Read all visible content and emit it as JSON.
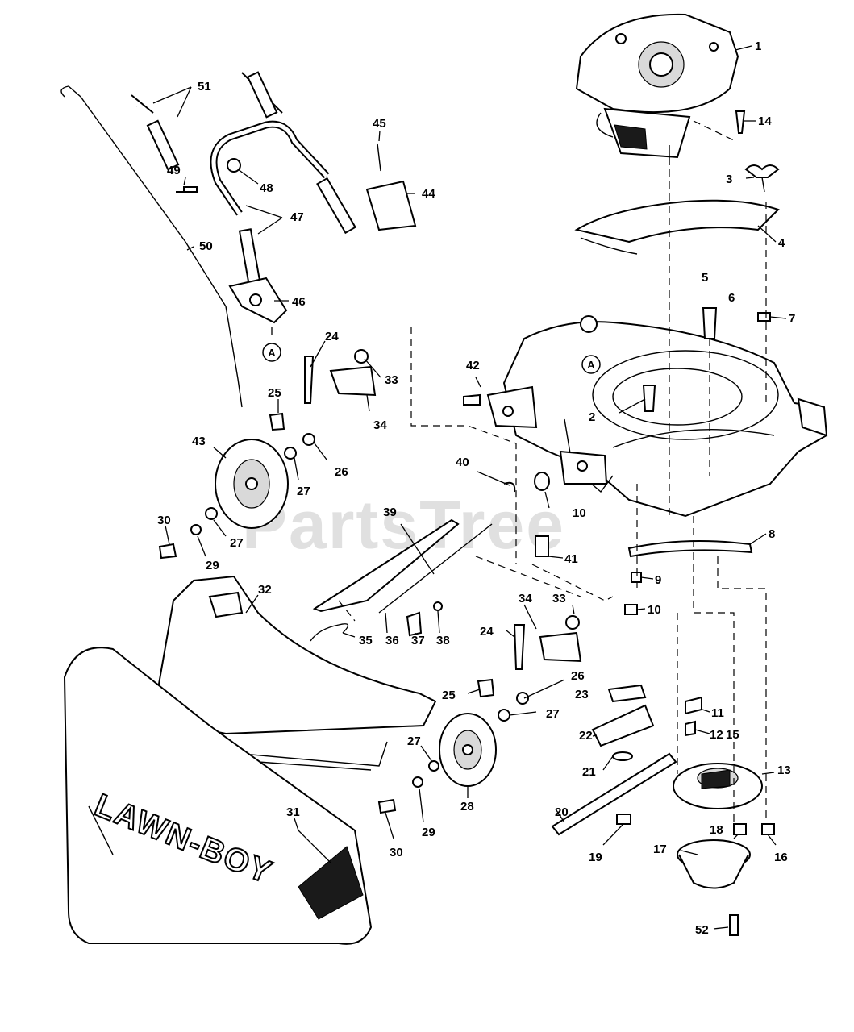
{
  "watermark": "PartsTree",
  "bag_brand": "LAWN-BOY",
  "ref_mark": "A",
  "callouts": [
    "1",
    "14",
    "3",
    "4",
    "5",
    "6",
    "7",
    "2",
    "42",
    "A",
    "8",
    "9",
    "10",
    "10",
    "41",
    "40",
    "39",
    "11",
    "12",
    "15",
    "13",
    "23",
    "22",
    "21",
    "20",
    "19",
    "18",
    "16",
    "17",
    "52",
    "51",
    "45",
    "44",
    "49",
    "48",
    "47",
    "50",
    "46",
    "A",
    "24",
    "33",
    "25",
    "34",
    "43",
    "26",
    "27",
    "30",
    "27",
    "29",
    "32",
    "35",
    "36",
    "37",
    "38",
    "34",
    "33",
    "24",
    "26",
    "25",
    "27",
    "27",
    "28",
    "29",
    "30",
    "31"
  ]
}
